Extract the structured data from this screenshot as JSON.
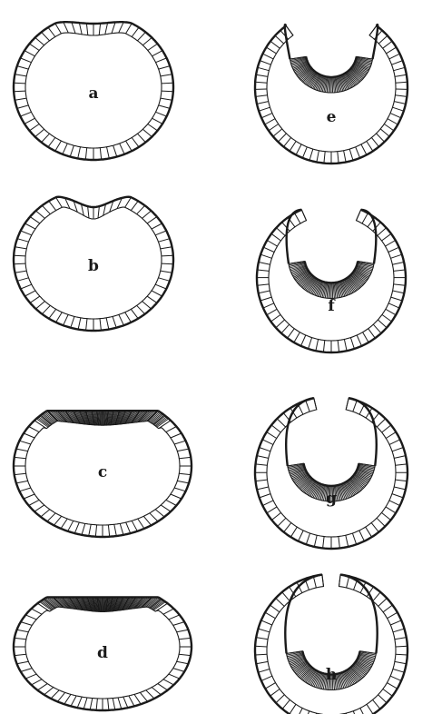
{
  "figure": {
    "stage_labels": [
      "a",
      "b",
      "c",
      "d",
      "e",
      "f",
      "g",
      "h"
    ]
  }
}
